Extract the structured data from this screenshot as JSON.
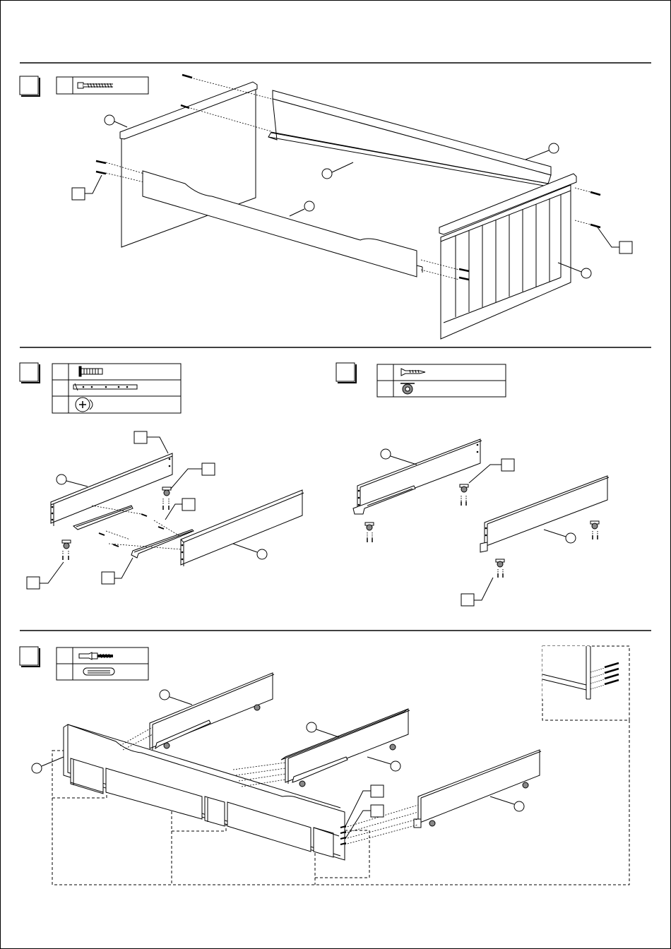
{
  "document": {
    "steps": [
      {
        "id": "step-1",
        "number": "",
        "hardware_rows": [
          {
            "qty": "",
            "item": "bolt"
          }
        ]
      },
      {
        "id": "step-2",
        "number": "",
        "hardware_rows": [
          {
            "qty": "",
            "item": "screw"
          },
          {
            "qty": "",
            "item": "drawer-slide"
          },
          {
            "qty": "",
            "item": "cam-lock"
          }
        ]
      },
      {
        "id": "step-3",
        "number": "",
        "hardware_rows": [
          {
            "qty": "",
            "item": "wood-screw"
          },
          {
            "qty": "",
            "item": "caster"
          }
        ]
      },
      {
        "id": "step-4",
        "number": "",
        "hardware_rows": [
          {
            "qty": "",
            "item": "cam-bolt"
          },
          {
            "qty": "",
            "item": "dowel"
          }
        ]
      }
    ],
    "colors": {
      "line": "#000000",
      "dashed": "#000000",
      "fill": "#ffffff",
      "caster": "#888888"
    }
  }
}
